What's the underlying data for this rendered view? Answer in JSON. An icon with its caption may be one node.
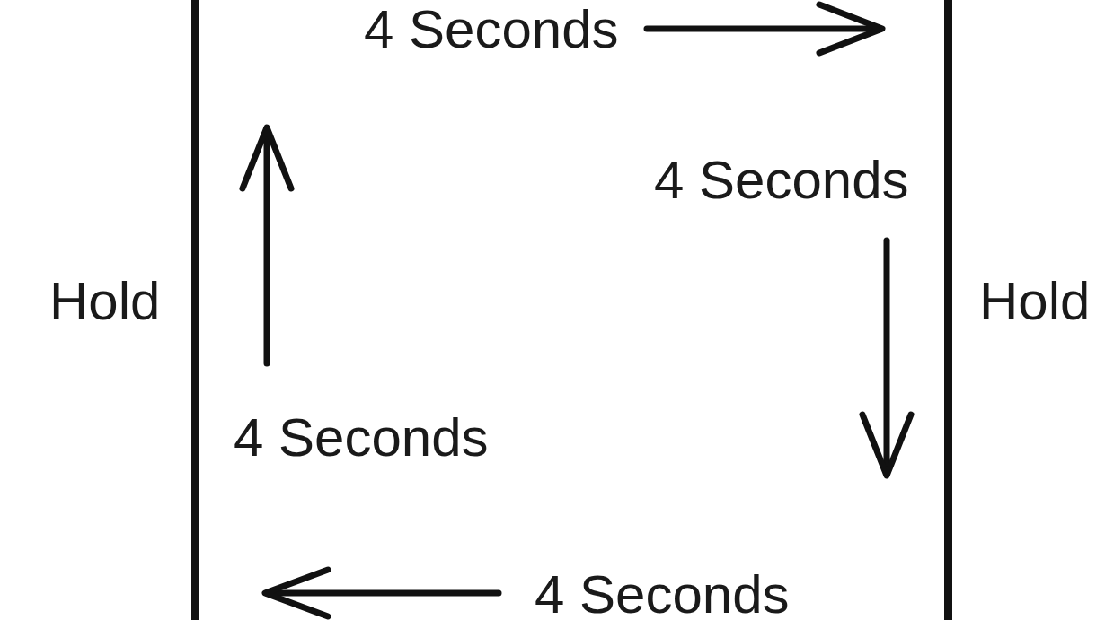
{
  "diagram": {
    "nodes": [
      {
        "text": [
          "4 Seconds",
          "4 Seconds",
          "4 Seconds",
          "4 Seconds"
        ],
        "beside": [
          "Hold",
          "Hold"
        ]
      }
    ]
  }
}
